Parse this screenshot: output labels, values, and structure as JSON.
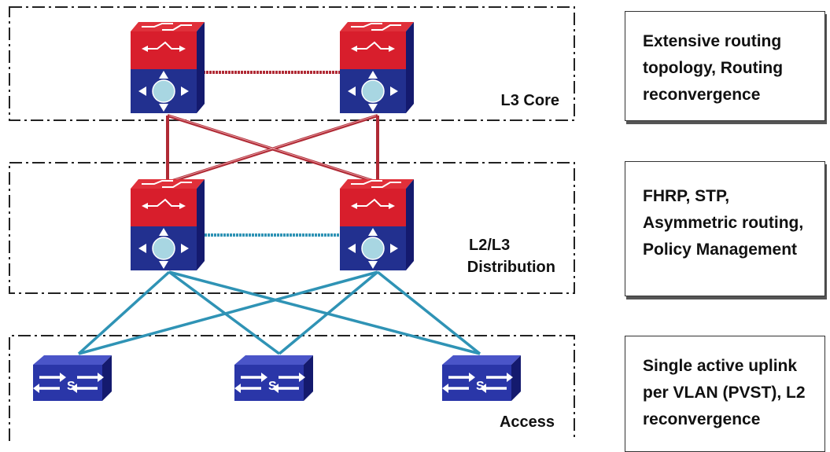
{
  "layers": [
    {
      "id": "core",
      "label": "L3 Core"
    },
    {
      "id": "distribution",
      "label_line1": "L2/L3",
      "label_line2": "Distribution"
    },
    {
      "id": "access",
      "label": "Access"
    }
  ],
  "devices": {
    "core": [
      "l3-switch",
      "l3-switch"
    ],
    "distribution": [
      "l3-switch",
      "l3-switch"
    ],
    "access": [
      {
        "type": "l2-switch",
        "label": "S"
      },
      {
        "type": "l2-switch",
        "label": "S"
      },
      {
        "type": "l2-switch",
        "label": "S"
      }
    ]
  },
  "colors": {
    "routed_link": "#b02a35",
    "switched_link": "#2f93b5",
    "switch_red": "#d81e2c",
    "switch_blue": "#22308f",
    "switch_side": "#141a6e",
    "router_ball": "#a8d6e2"
  },
  "descriptions": [
    {
      "layer": "core",
      "lines": [
        "Extensive routing",
        "topology, Routing",
        "reconvergence"
      ]
    },
    {
      "layer": "distribution",
      "lines": [
        "FHRP, STP,",
        "Asymmetric routing,",
        "Policy Management"
      ]
    },
    {
      "layer": "access",
      "lines": [
        "Single active uplink",
        "per VLAN (PVST), L2",
        "reconvergence"
      ]
    }
  ]
}
